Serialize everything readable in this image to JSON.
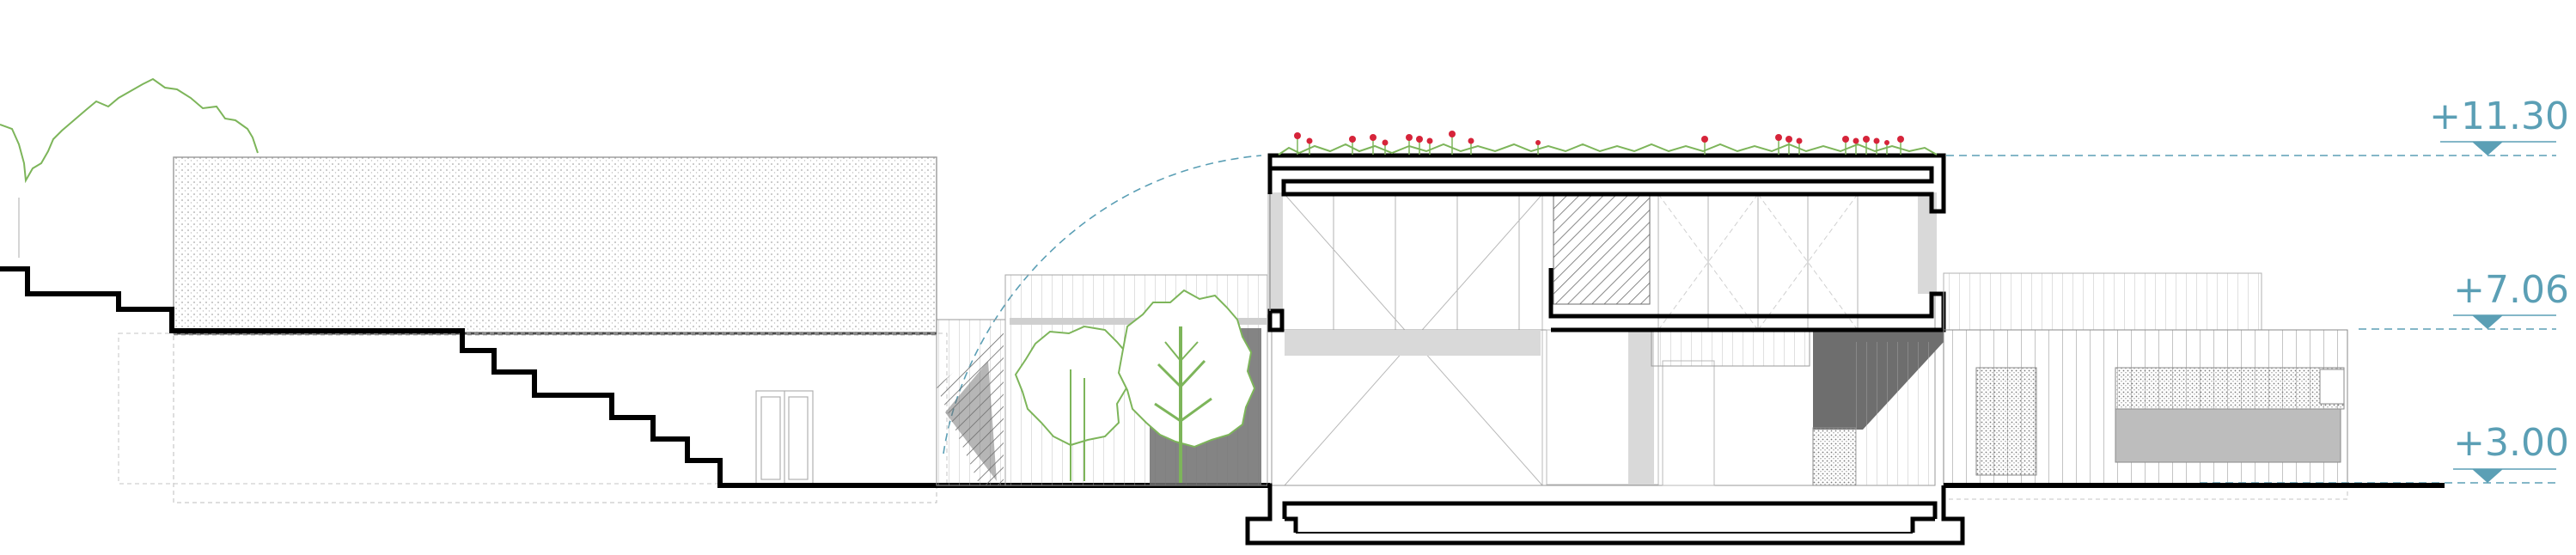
{
  "drawing": {
    "type": "architectural-section-elevation",
    "levels": [
      {
        "label": "+11.30"
      },
      {
        "label": "+7.06"
      },
      {
        "label": "+3.00"
      }
    ],
    "colors": {
      "level_annotation": "#5b9fb5",
      "vegetation": "#7db55a",
      "roof_flowers": "#d6243a",
      "line": "#000000",
      "hatch": "#9a9a9a",
      "shade_dark": "#6e6e6e",
      "shade_light": "#dedede"
    }
  }
}
